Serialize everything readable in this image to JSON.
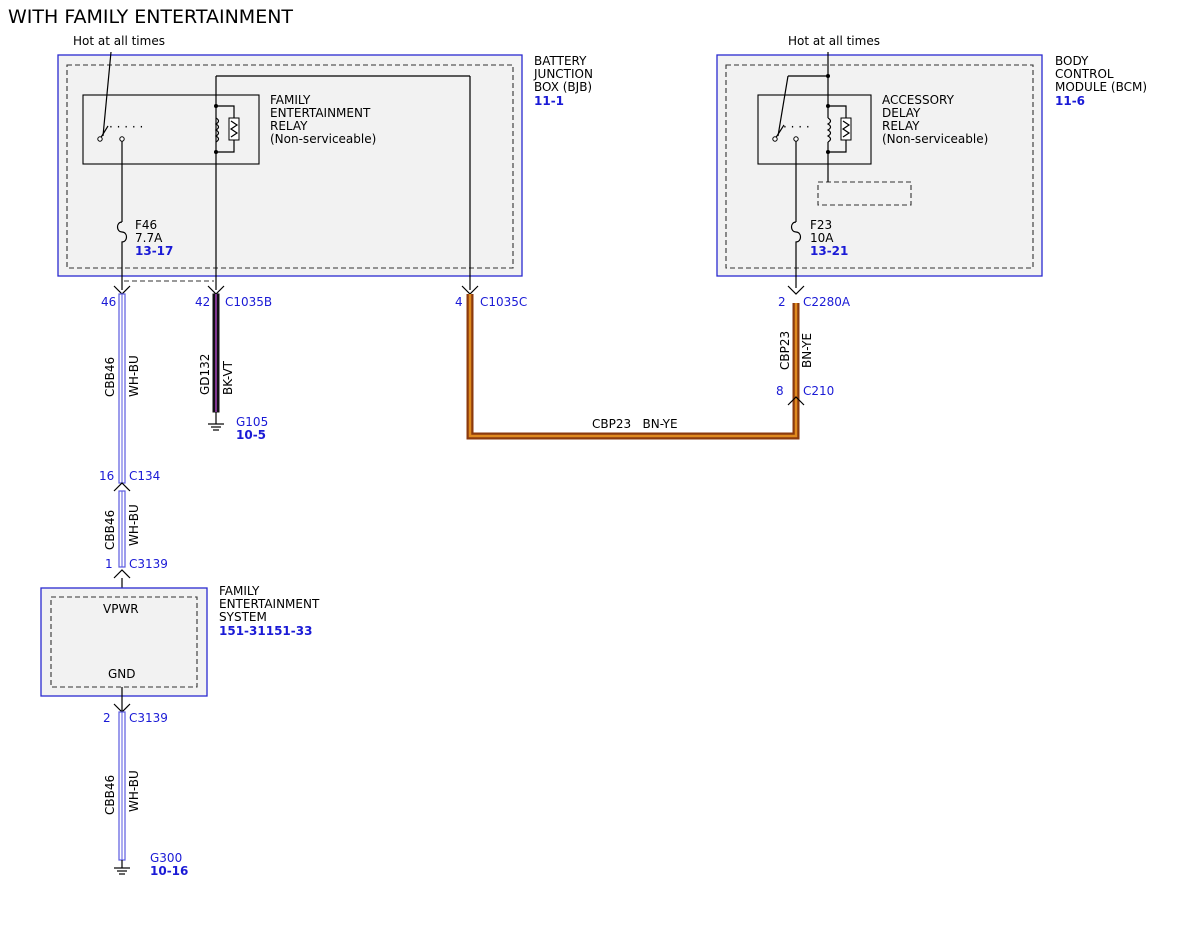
{
  "title": "WITH FAMILY ENTERTAINMENT",
  "hot_labels": [
    "Hot at all times",
    "Hot at all times"
  ],
  "bjb": {
    "name_lines": [
      "BATTERY",
      "JUNCTION",
      "BOX (BJB)"
    ],
    "ref": "11-1",
    "relay_lines": [
      "FAMILY",
      "ENTERTAINMENT",
      "RELAY",
      "(Non-serviceable)"
    ],
    "fuse_lines": [
      "F46",
      "7.7A"
    ],
    "fuse_ref": "13-17"
  },
  "bcm": {
    "name_lines": [
      "BODY",
      "CONTROL",
      "MODULE (BCM)"
    ],
    "ref": "11-6",
    "relay_lines": [
      "ACCESSORY",
      "DELAY",
      "RELAY",
      "(Non-serviceable)"
    ],
    "fuse_lines": [
      "F23",
      "10A"
    ],
    "fuse_ref": "13-21"
  },
  "connectors": {
    "c1035b_pin46": "46",
    "c1035b_pin42": "42",
    "c1035b_name": "C1035B",
    "c1035c_pin": "4",
    "c1035c_name": "C1035C",
    "c2280a_pin": "2",
    "c2280a_name": "C2280A",
    "c210_pin": "8",
    "c210_name": "C210",
    "c134_pin": "16",
    "c134_name": "C134",
    "c3139_top_pin": "1",
    "c3139_top_name": "C3139",
    "c3139_bot_pin": "2",
    "c3139_bot_name": "C3139"
  },
  "wires": {
    "cbb46_circuit": "CBB46",
    "cbb46_color": "WH-BU",
    "gd132_circuit": "GD132",
    "gd132_color": "BK-VT",
    "cbp23_circuit": "CBP23",
    "cbp23_color": "BN-YE",
    "cbp23_h_label": "CBP23   BN-YE"
  },
  "grounds": {
    "g105": "G105",
    "g105_ref": "10-5",
    "g300": "G300",
    "g300_ref": "10-16"
  },
  "fes": {
    "name_lines": [
      "FAMILY",
      "ENTERTAINMENT",
      "SYSTEM"
    ],
    "ref": "151-31151-33",
    "vpwr": "VPWR",
    "gnd": "GND"
  },
  "colors": {
    "module_outline": "#2a2ad0",
    "link_text": "#1a1ad6",
    "wire_wh_bu_blue": "#5a5ae0",
    "wire_bk_vt_violet": "#9b3fb0",
    "wire_bn_ye_brown": "#8b3a0e",
    "wire_bn_ye_yellow": "#e08a1e"
  }
}
